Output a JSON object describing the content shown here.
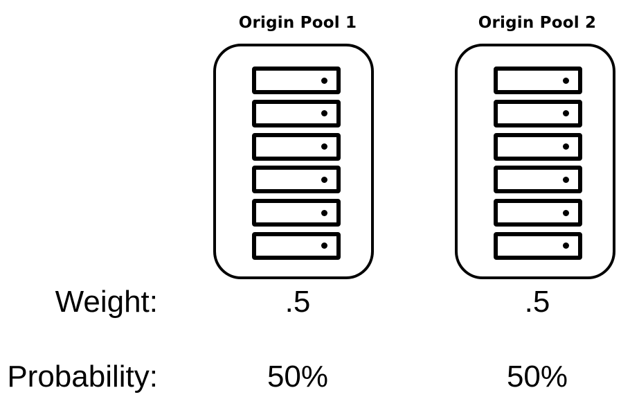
{
  "pools": [
    {
      "title": "Origin Pool 1",
      "weight": ".5",
      "probability": "50%",
      "server_count": 6
    },
    {
      "title": "Origin Pool 2",
      "weight": ".5",
      "probability": "50%",
      "server_count": 6
    }
  ],
  "labels": {
    "weight": "Weight:",
    "probability": "Probability:"
  },
  "colors": {
    "stroke": "#000000",
    "background": "#ffffff"
  },
  "icons": {
    "server": "server-icon"
  }
}
